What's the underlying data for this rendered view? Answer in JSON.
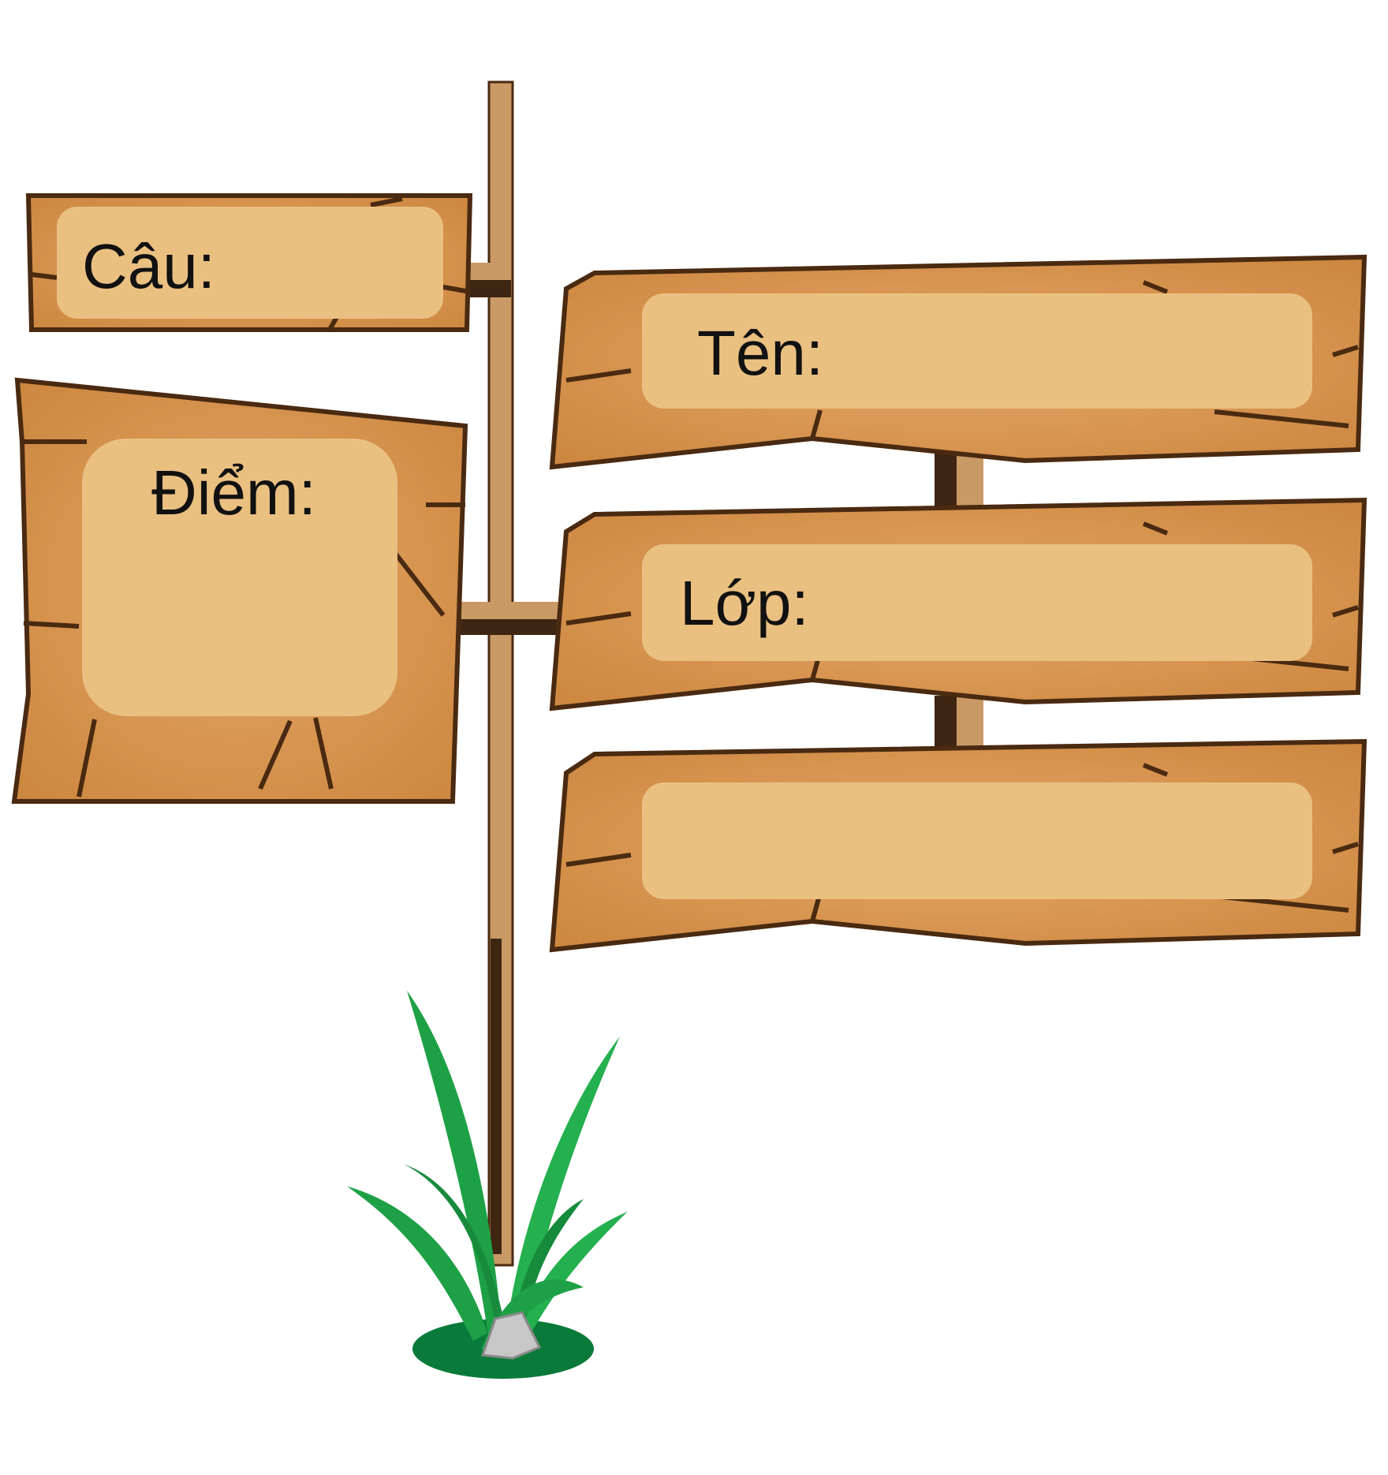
{
  "signboard": {
    "cau_label": "Câu:",
    "ten_label": "Tên:",
    "diem_label": "Điểm:",
    "lop_label": "Lớp:",
    "blank_value": ""
  },
  "colors": {
    "wood": "#D08B48",
    "panel": "#EAC081",
    "outline": "#4A2A10",
    "post": "#C99A66",
    "grass": "#1EA046",
    "ground": "#0A7A3A"
  }
}
